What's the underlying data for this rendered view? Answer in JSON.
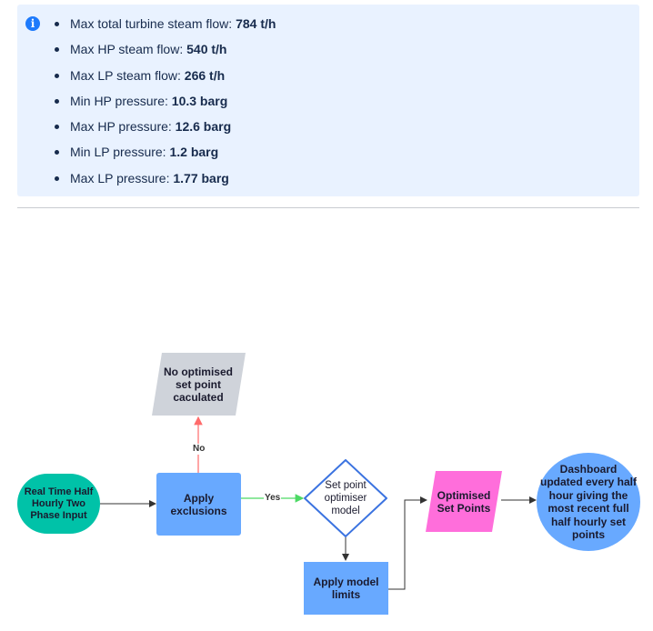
{
  "info": {
    "items": [
      {
        "label": "Max total turbine steam flow: ",
        "value": "784 t/h"
      },
      {
        "label": "Max HP steam flow: ",
        "value": "540 t/h"
      },
      {
        "label": "Max LP steam flow: ",
        "value": "266 t/h"
      },
      {
        "label": "Min HP pressure: ",
        "value": "10.3 barg"
      },
      {
        "label": "Max HP pressure: ",
        "value": "12.6 barg"
      },
      {
        "label": "Min LP pressure: ",
        "value": "1.2 barg"
      },
      {
        "label": "Max LP pressure: ",
        "value": "1.77 barg"
      }
    ]
  },
  "flowchart": {
    "nodes": {
      "input": "Real Time Half Hourly Two Phase Input",
      "exclusions": "Apply exclusions",
      "no_setpoint": "No optimised set point caculated",
      "optimiser": "Set point optimiser model",
      "limits": "Apply model limits",
      "optimised": "Optimised Set Points",
      "dashboard": "Dashboard updated every half hour giving the most recent full half hourly set points"
    },
    "edges": {
      "no": "No",
      "yes": "Yes"
    },
    "colors": {
      "teal": "#00c2a8",
      "blue": "#68a9ff",
      "grey": "#cfd3da",
      "pink": "#ff6edb",
      "diamond_border": "#3b73e0",
      "edge_no": "#ff6b6b",
      "edge_yes": "#4cd964",
      "edge": "#333333"
    }
  }
}
